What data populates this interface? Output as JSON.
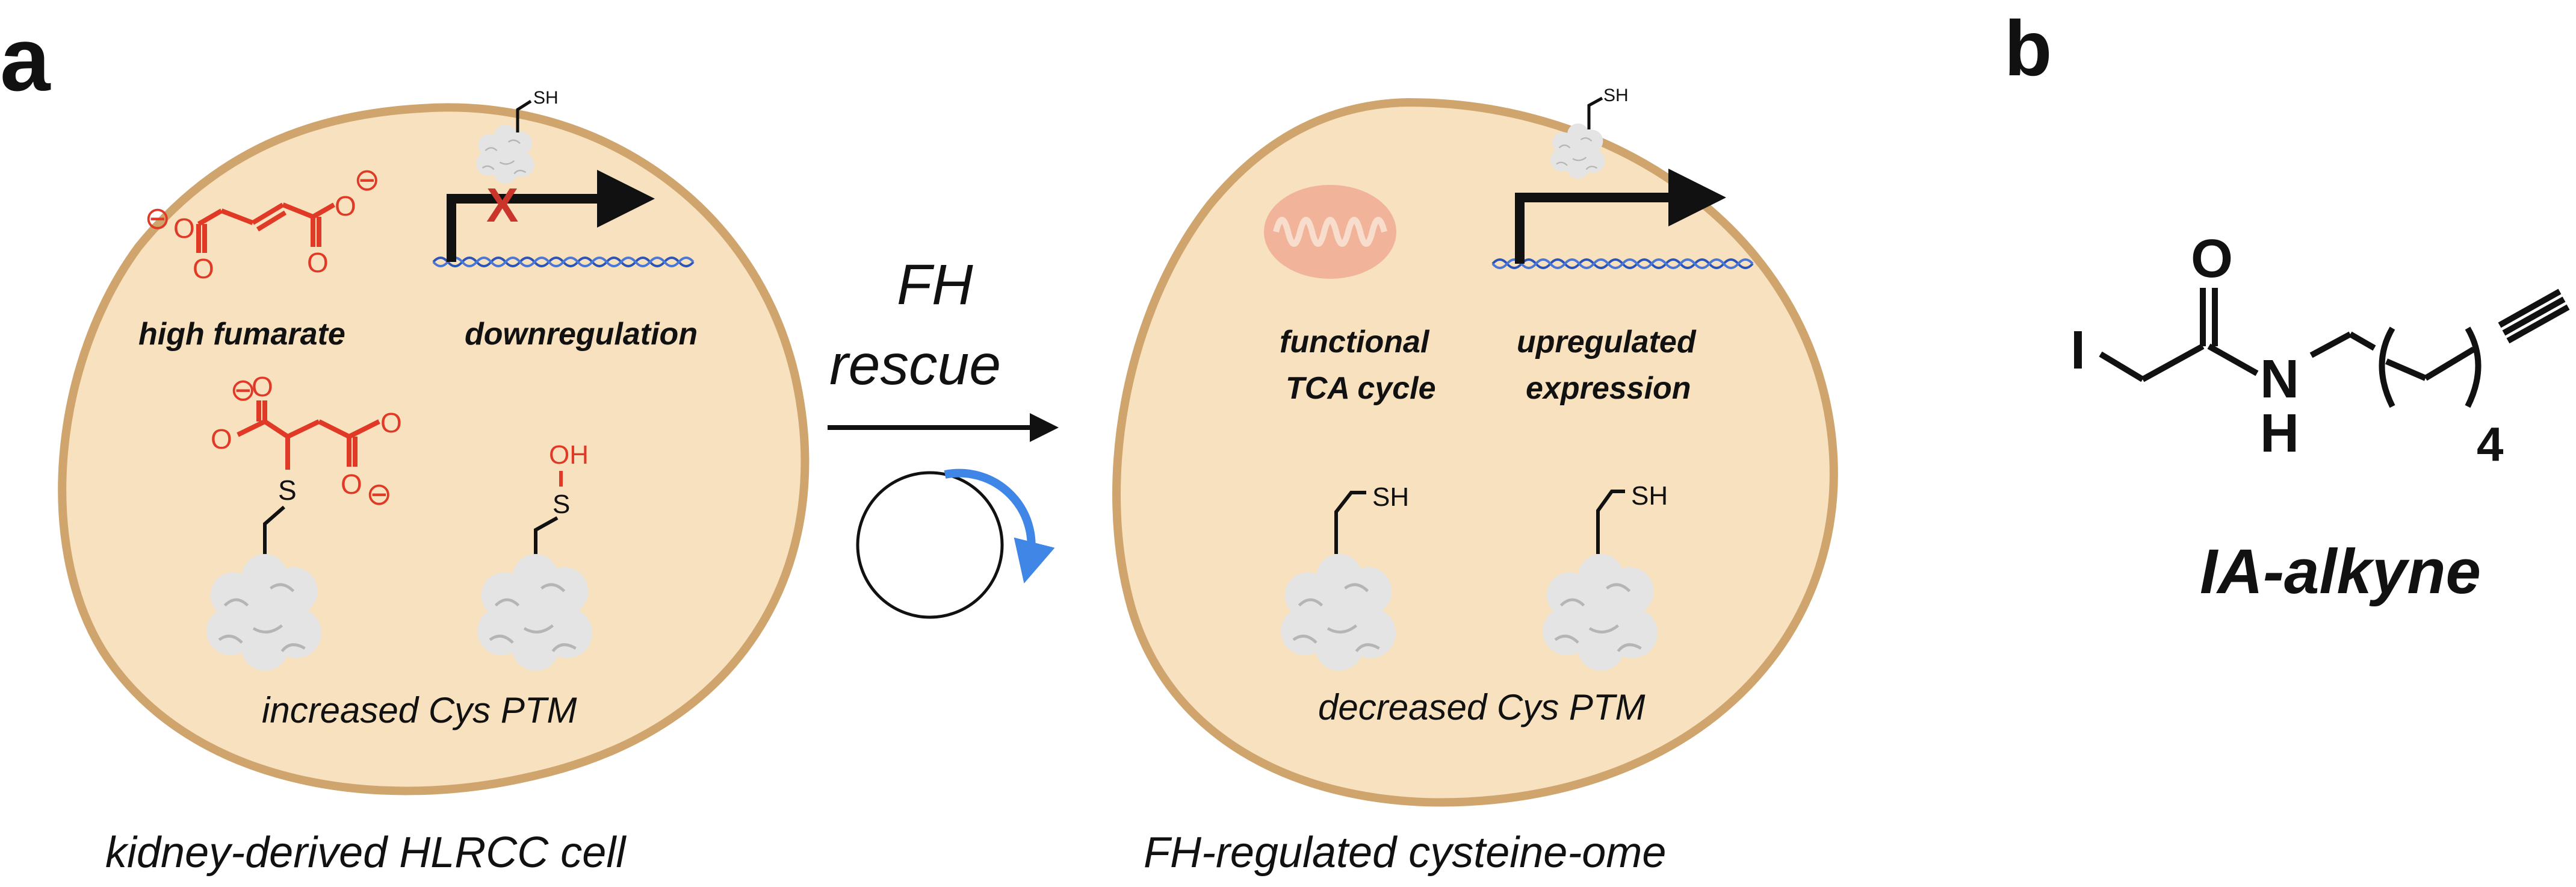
{
  "panels": {
    "a": "a",
    "b": "b"
  },
  "left_cell": {
    "caption": "kidney-derived HLRCC cell",
    "fumarate_label": "high fumarate",
    "downreg_label": "downregulation",
    "ptm_label": "increased Cys PTM",
    "x_mark": "X",
    "sh": "SH",
    "oh": "OH",
    "s": "S",
    "o": "O",
    "minus": "⊖"
  },
  "arrow": {
    "line1": "FH",
    "line2": "rescue"
  },
  "right_cell": {
    "caption": "FH-regulated cysteine-ome",
    "tca_line1": "functional",
    "tca_line2": "TCA cycle",
    "up_line1": "upregulated",
    "up_line2": "expression",
    "ptm_label": "decreased Cys PTM",
    "sh": "SH"
  },
  "probe": {
    "name": "IA-alkyne",
    "I": "I",
    "O": "O",
    "N": "N",
    "H": "H",
    "sub": "4"
  },
  "colors": {
    "cell_fill": "#f8e1bf",
    "cell_stroke": "#cfa46d",
    "red": "#e03a26",
    "blue": "#3f86e6",
    "protein": "#e4e4e4",
    "mito": "#f1b49a"
  }
}
